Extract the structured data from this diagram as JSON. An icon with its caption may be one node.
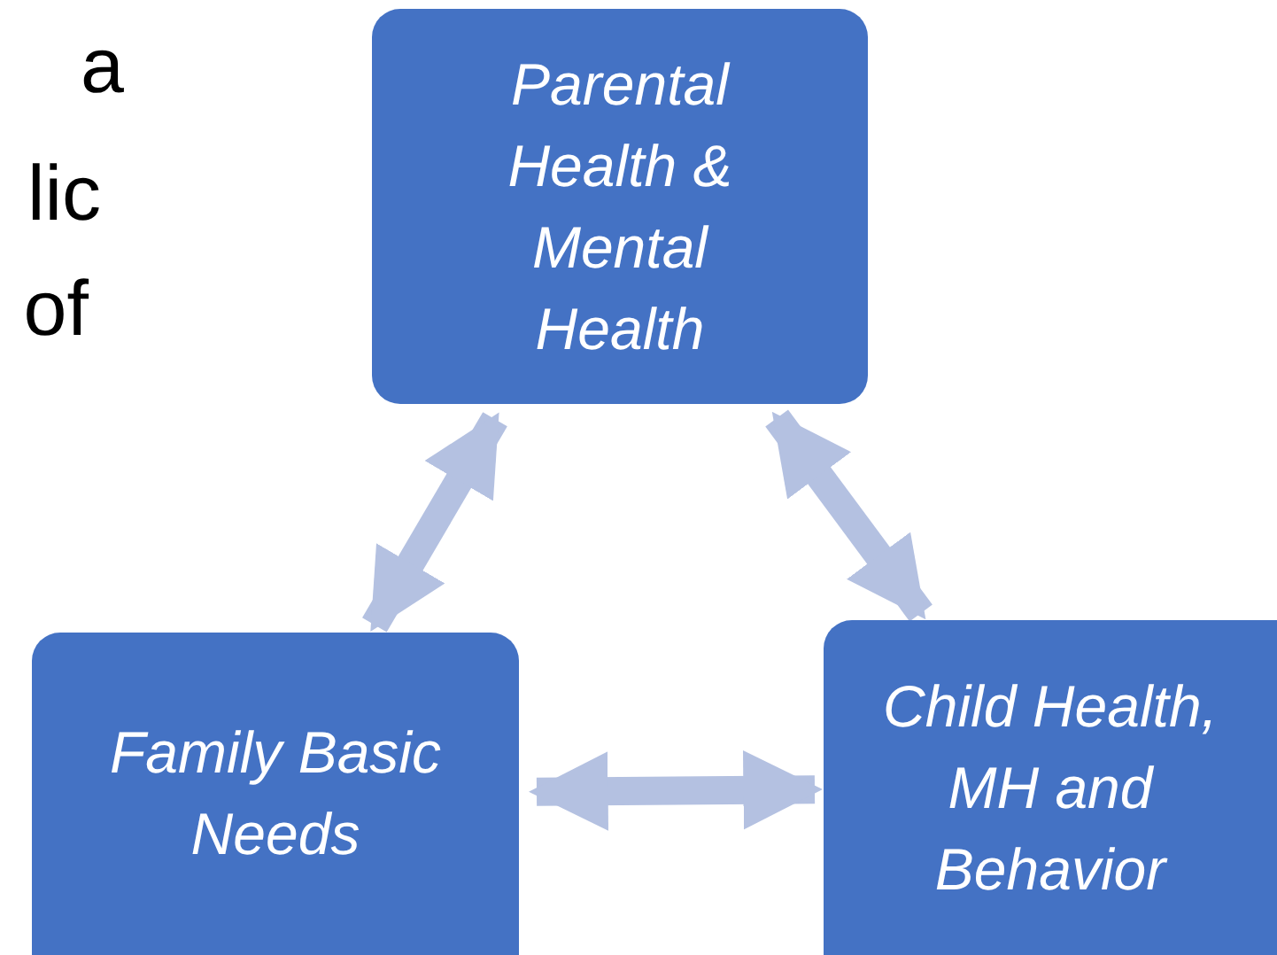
{
  "diagram": {
    "nodes": [
      {
        "text": [
          "Parental Health & Mental Health"
        ]
      },
      {
        "text": [
          "Family Basic Needs"
        ]
      },
      {
        "text": [
          "Child Health, MH and Behavior"
        ]
      }
    ],
    "edges": [
      {
        "from": 0,
        "to": 1,
        "arrow": "both"
      },
      {
        "from": 0,
        "to": 2,
        "arrow": "both"
      },
      {
        "from": 1,
        "to": 2,
        "arrow": "both"
      }
    ],
    "labels": [
      "a",
      "lic",
      "of"
    ]
  }
}
